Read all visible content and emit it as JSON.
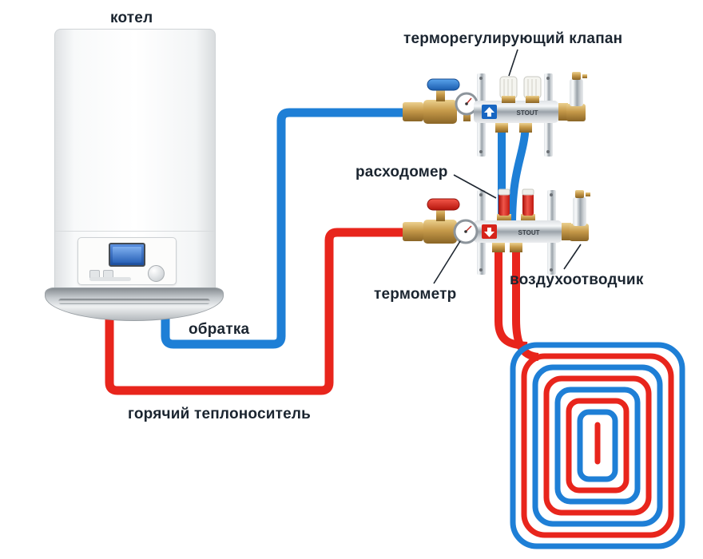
{
  "diagram": {
    "type": "underfloor-heating-manifold-schematic",
    "labels": {
      "boiler": "котел",
      "thermo_valve": "терморегулирующий клапан",
      "flow_meter": "расходомер",
      "thermometer": "термометр",
      "air_vent": "воздухоотводчик",
      "return_line": "обратка",
      "hot_coolant": "горячий теплоноситель"
    },
    "brand": "STOUT",
    "colors": {
      "supply_pipe_red": "#e8251c",
      "return_pipe_blue": "#1e7fd6",
      "label_text": "#1b2530"
    }
  }
}
